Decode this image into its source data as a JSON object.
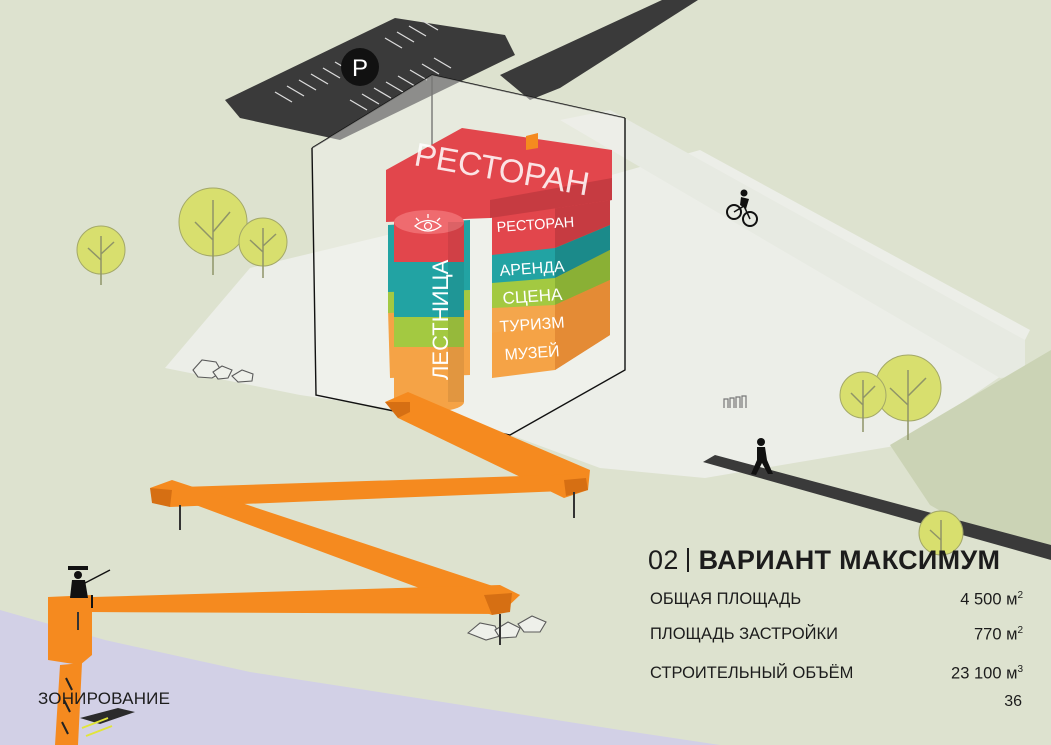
{
  "labels": {
    "parking": "P",
    "restaurant_top": "РЕСТОРАН",
    "staircase": "ЛЕСТНИЦА",
    "restaurant": "РЕСТОРАН",
    "rent": "АРЕНДА",
    "stage": "СЦЕНА",
    "tourism": "ТУРИЗМ",
    "museum": "МУЗЕЙ"
  },
  "info": {
    "number": "02",
    "title": "ВАРИАНТ МАКСИМУМ",
    "rows": [
      {
        "label": "ОБЩАЯ ПЛОЩАДЬ",
        "value": "4 500 м",
        "unit_exp": "2"
      },
      {
        "label": "ПЛОЩАДЬ ЗАСТРОЙКИ",
        "value": "770 м",
        "unit_exp": "2"
      },
      {
        "label": "СТРОИТЕЛЬНЫЙ ОБЪЁМ",
        "value": "23 100 м",
        "unit_exp": "3"
      }
    ]
  },
  "page_number": "36",
  "section_label": "ЗОНИРОВАНИЕ",
  "colors": {
    "background": "#dde2cf",
    "ground": "#eceee8",
    "water": "#d2d0e6",
    "road": "#3a3a3a",
    "restaurant": "#e2464c",
    "rent": "#1fa1a2",
    "stage": "#9ec63d",
    "museum": "#f5a346",
    "bridge": "#f58a1f",
    "tree": "#d8df6e"
  }
}
